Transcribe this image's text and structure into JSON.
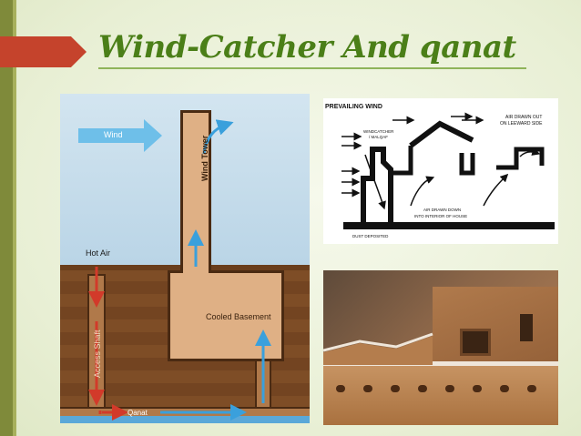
{
  "slide": {
    "title": "Wind-Catcher And qanat"
  },
  "diagram_left": {
    "wind": "Wind",
    "wind_tower": "Wind Tower",
    "hot_air": "Hot Air",
    "access_shaft": "Access Shaft",
    "cooled_basement": "Cooled Basement",
    "qanat": "Qanat"
  },
  "diagram_right": {
    "prevailing_wind": "PREVAILING WIND",
    "windcatcher_l1": "WINDCATCHER",
    "windcatcher_l2": "/ MALQAF",
    "air_out_l1": "AIR DRAWN OUT",
    "air_out_l2": "ON LEEWARD SIDE",
    "air_down_l1": "AIR DRAWN DOWN",
    "air_down_l2": "INTO INTERIOR OF HOUSE",
    "dust": "DUST DEPOSITED"
  },
  "colors": {
    "title": "#4b7f18",
    "accent": "#c5432c",
    "sidebar": "#7f8a3a",
    "earth": "#7a4a24",
    "building": "#dfb085",
    "sky": "#bdd8ea",
    "air_arrow": "#3aa0dc",
    "hot_arrow": "#d23a2a"
  }
}
